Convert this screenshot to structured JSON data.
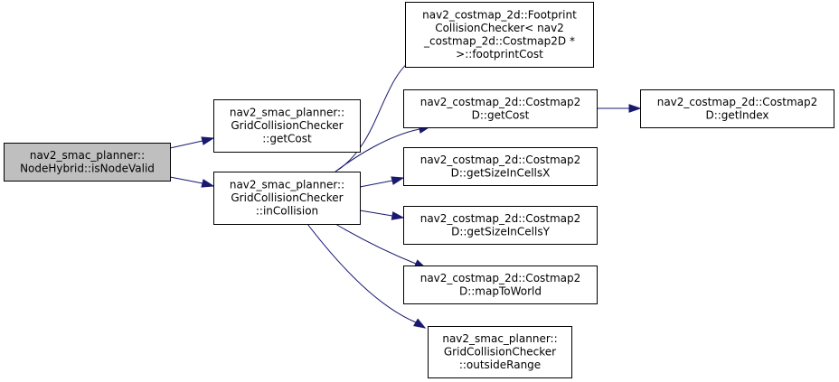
{
  "graph": {
    "colors": {
      "root_fill": "#bfbfbf",
      "node_fill": "#ffffff",
      "border": "#000000",
      "edge": "#191970"
    },
    "nodes": [
      {
        "id": "isNodeValid",
        "lines": [
          "nav2_smac_planner::",
          "NodeHybrid::isNodeValid"
        ],
        "root": true
      },
      {
        "id": "gccGetCost",
        "lines": [
          "nav2_smac_planner::",
          "GridCollisionChecker",
          "::getCost"
        ]
      },
      {
        "id": "gccInCollision",
        "lines": [
          "nav2_smac_planner::",
          "GridCollisionChecker",
          "::inCollision"
        ]
      },
      {
        "id": "footprintCost",
        "lines": [
          "nav2_costmap_2d::Footprint",
          "CollisionChecker< nav2",
          "_costmap_2d::Costmap2D *",
          ">::footprintCost"
        ]
      },
      {
        "id": "getCost",
        "lines": [
          "nav2_costmap_2d::Costmap2",
          "D::getCost"
        ]
      },
      {
        "id": "getIndex",
        "lines": [
          "nav2_costmap_2d::Costmap2",
          "D::getIndex"
        ]
      },
      {
        "id": "getSizeInCellsX",
        "lines": [
          "nav2_costmap_2d::Costmap2",
          "D::getSizeInCellsX"
        ]
      },
      {
        "id": "getSizeInCellsY",
        "lines": [
          "nav2_costmap_2d::Costmap2",
          "D::getSizeInCellsY"
        ]
      },
      {
        "id": "mapToWorld",
        "lines": [
          "nav2_costmap_2d::Costmap2",
          "D::mapToWorld"
        ]
      },
      {
        "id": "outsideRange",
        "lines": [
          "nav2_smac_planner::",
          "GridCollisionChecker",
          "::outsideRange"
        ]
      }
    ],
    "edges": [
      {
        "from": "isNodeValid",
        "to": "gccGetCost"
      },
      {
        "from": "isNodeValid",
        "to": "gccInCollision"
      },
      {
        "from": "gccInCollision",
        "to": "footprintCost"
      },
      {
        "from": "gccInCollision",
        "to": "getCost"
      },
      {
        "from": "gccInCollision",
        "to": "getSizeInCellsX"
      },
      {
        "from": "gccInCollision",
        "to": "getSizeInCellsY"
      },
      {
        "from": "gccInCollision",
        "to": "mapToWorld"
      },
      {
        "from": "gccInCollision",
        "to": "outsideRange"
      },
      {
        "from": "getCost",
        "to": "getIndex"
      }
    ]
  }
}
